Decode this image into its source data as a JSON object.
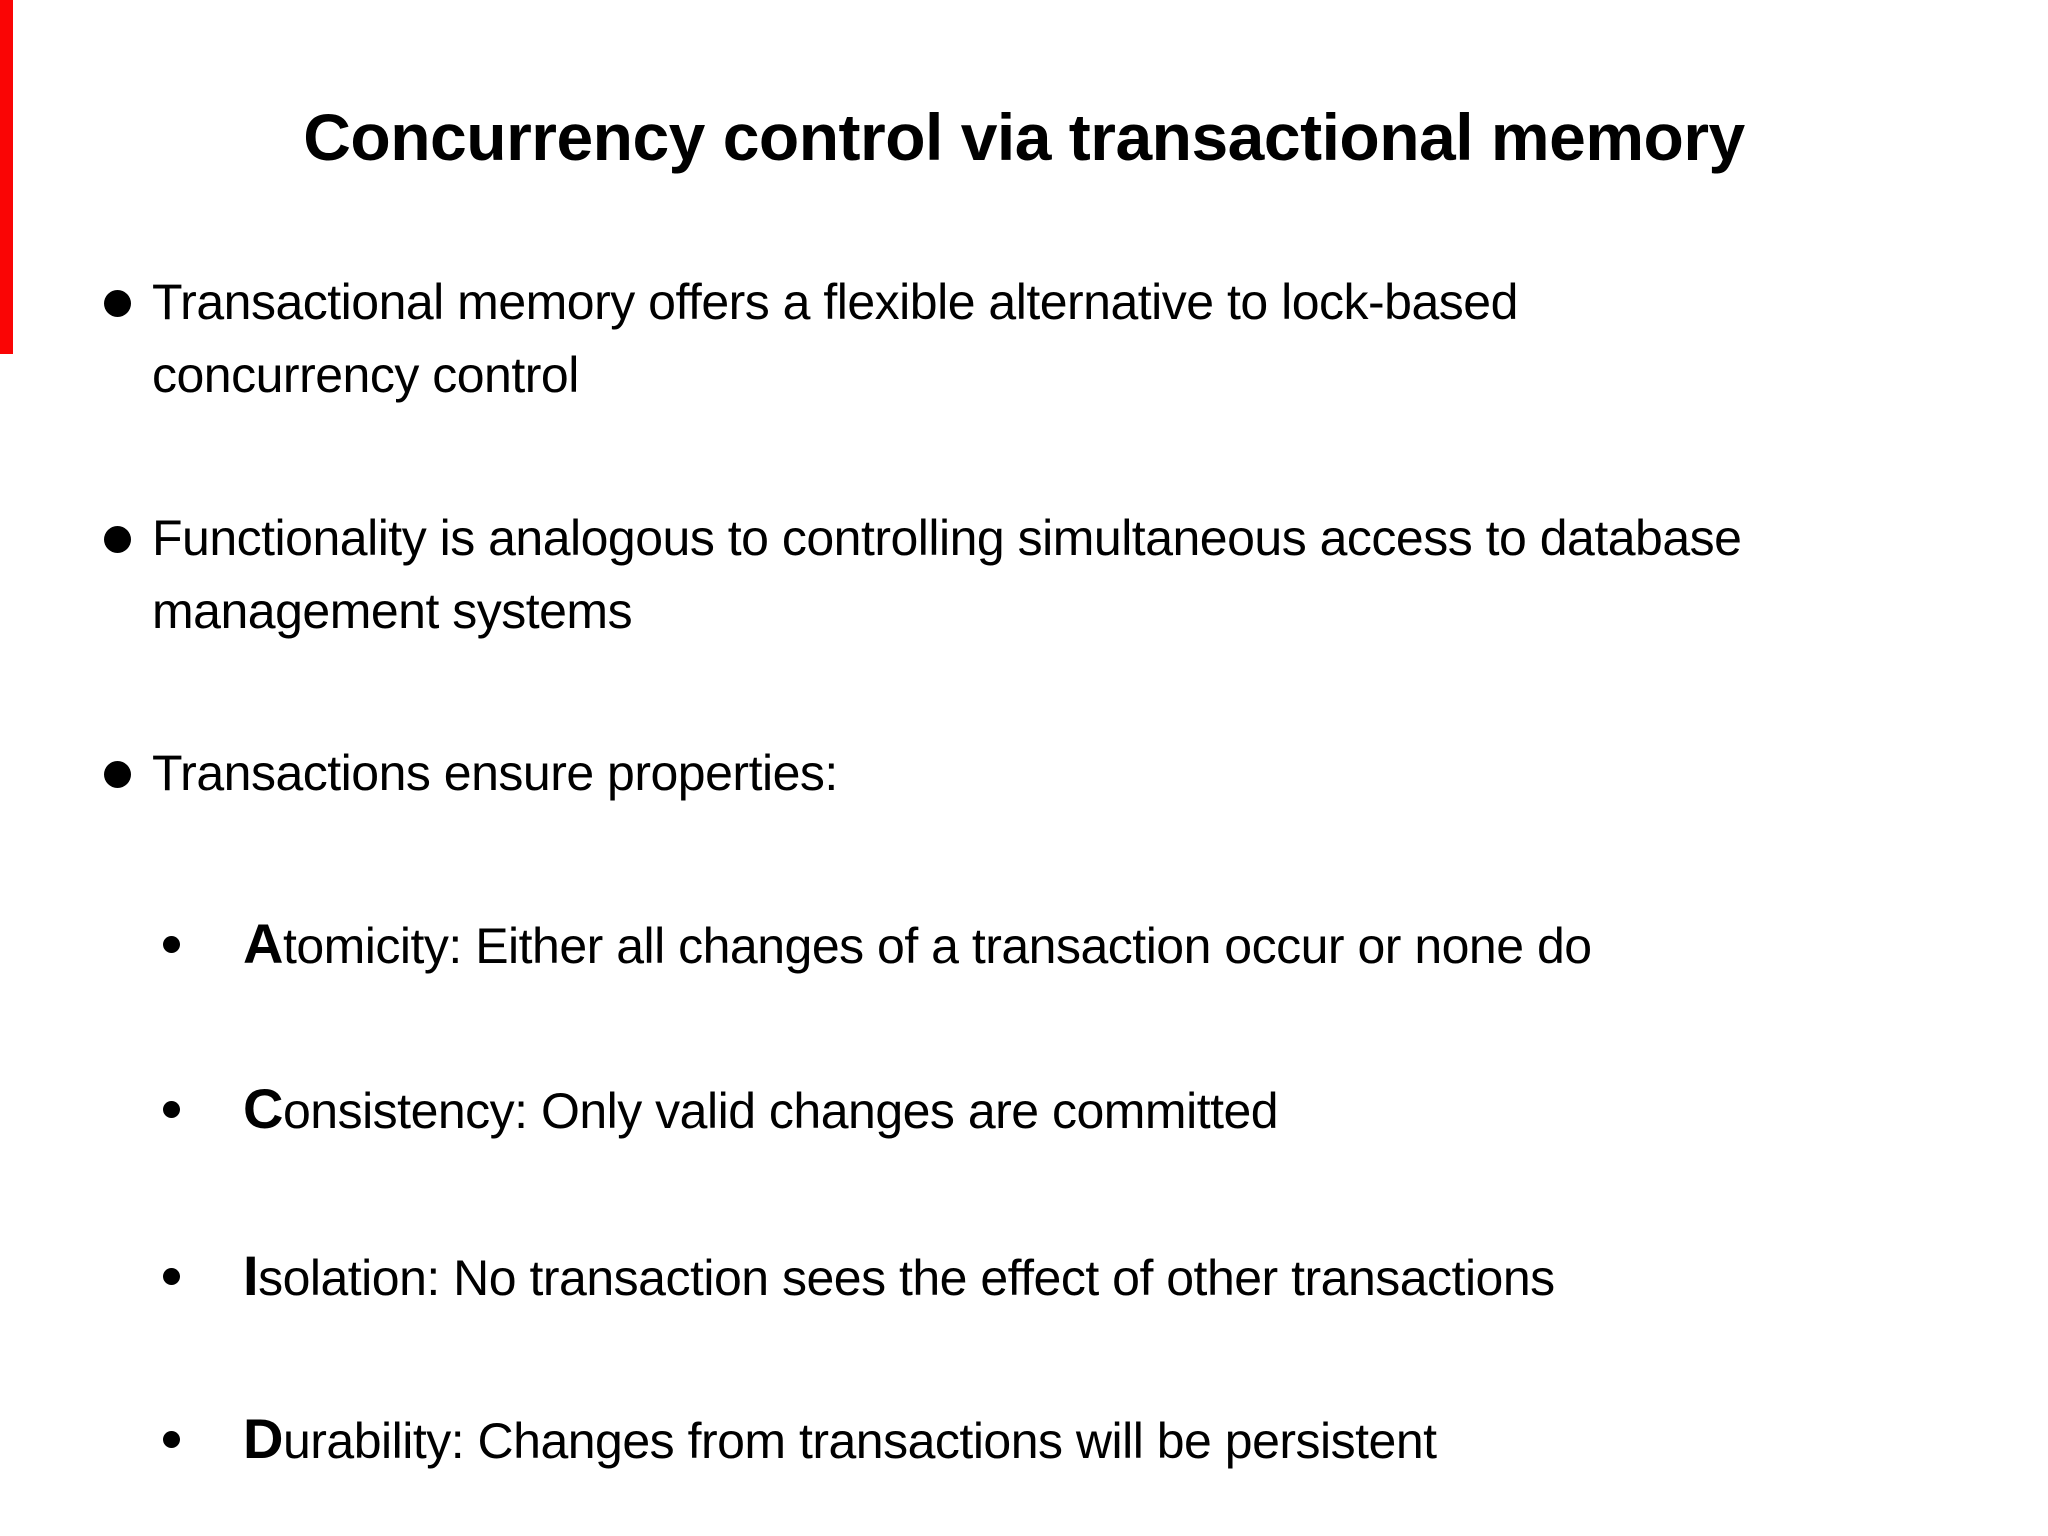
{
  "slide": {
    "title": "Concurrency control via transactional memory",
    "bullets": [
      {
        "lines": [
          "Transactional memory offers a flexible alternative to lock-based",
          "concurrency control"
        ]
      },
      {
        "lines": [
          "Functionality is analogous to controlling simultaneous access to database",
          "management systems"
        ]
      },
      {
        "lines": [
          "Transactions ensure properties:"
        ]
      }
    ],
    "properties": [
      {
        "lead": "A",
        "rest": "tomicity: Either all changes of a transaction occur or none do"
      },
      {
        "lead": "C",
        "rest": "onsistency: Only valid changes are committed"
      },
      {
        "lead": "I",
        "rest": "solation: No transaction sees the effect of other transactions"
      },
      {
        "lead": "D",
        "rest": "urability: Changes from transactions will be persistent"
      }
    ]
  },
  "icons": {
    "level1_bullet": "filled-circle-large",
    "level2_bullet": "filled-circle-small"
  },
  "colors": {
    "text": "#000000",
    "background": "#ffffff",
    "edge_artifact_red": "#fa0505"
  }
}
